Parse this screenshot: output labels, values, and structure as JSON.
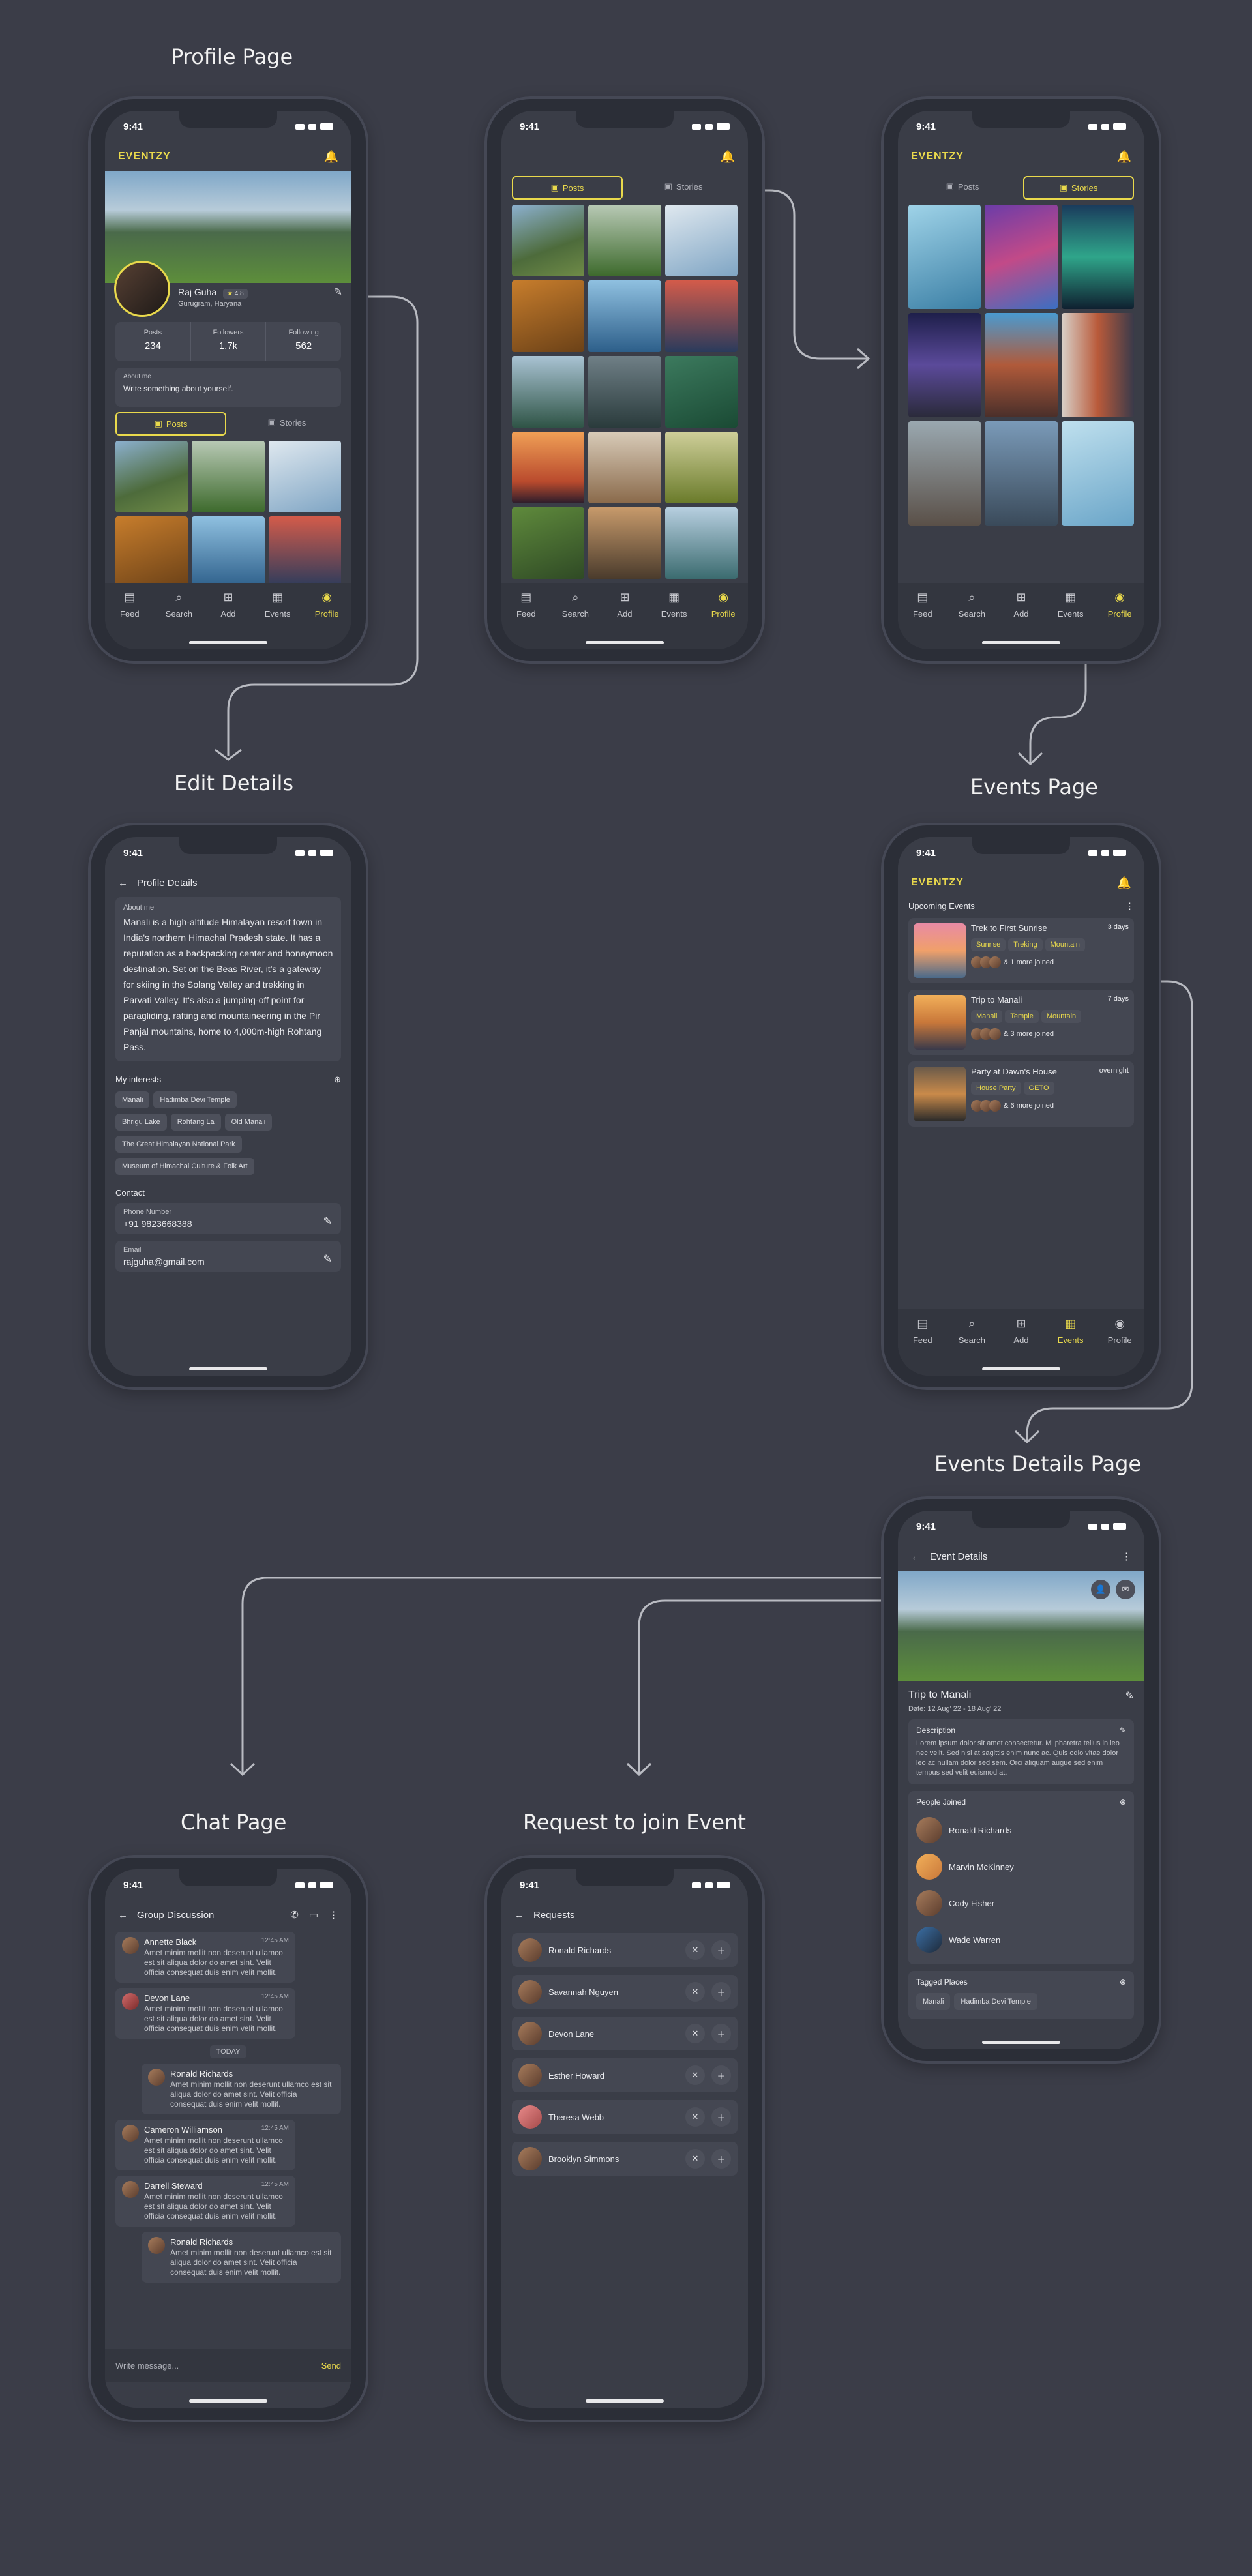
{
  "section_titles": {
    "profile": "Profile Page",
    "edit": "Edit Details",
    "events": "Events Page",
    "event_details": "Events Details Page",
    "chat": "Chat Page",
    "requests": "Request to join Event"
  },
  "status": {
    "time": "9:41"
  },
  "app": {
    "logo": "EVENTZY"
  },
  "nav": {
    "feed": "Feed",
    "search": "Search",
    "add": "Add",
    "events": "Events",
    "profile": "Profile"
  },
  "profile": {
    "name": "Raj Guha",
    "rating": "4.8",
    "location": "Gurugram, Haryana",
    "stats": [
      {
        "label": "Posts",
        "value": "234"
      },
      {
        "label": "Followers",
        "value": "1.7k"
      },
      {
        "label": "Following",
        "value": "562"
      }
    ],
    "about_label": "About me",
    "about_placeholder": "Write something about yourself.",
    "tab_posts": "Posts",
    "tab_stories": "Stories"
  },
  "edit": {
    "title": "Profile Details",
    "about_label": "About me",
    "about_text": "Manali is a high-altitude Himalayan resort town in India's northern Himachal Pradesh state. It has a reputation as a backpacking center and honeymoon destination. Set on the Beas River, it's a gateway for skiing in the Solang Valley and trekking in Parvati Valley. It's also a jumping-off point for paragliding, rafting and mountaineering in the Pir Panjal mountains, home to 4,000m-high Rohtang Pass.",
    "interests_label": "My interests",
    "interests": [
      "Manali",
      "Hadimba Devi Temple",
      "Bhrigu Lake",
      "Rohtang La",
      "Old Manali",
      "The Great Himalayan National Park",
      "Museum of Himachal Culture & Folk Art"
    ],
    "contact_label": "Contact",
    "phone_label": "Phone Number",
    "phone": "+91 9823668388",
    "email_label": "Email",
    "email": "rajguha@gmail.com"
  },
  "events": {
    "section": "Upcoming Events",
    "items": [
      {
        "name": "Trek to First Sunrise",
        "duration": "3 days",
        "tags": [
          "Sunrise",
          "Treking",
          "Mountain"
        ],
        "joined": "& 1 more joined"
      },
      {
        "name": "Trip to Manali",
        "duration": "7 days",
        "tags": [
          "Manali",
          "Temple",
          "Mountain"
        ],
        "joined": "& 3 more joined"
      },
      {
        "name": "Party at Dawn's House",
        "duration": "overnight",
        "tags": [
          "House Party",
          "GETO"
        ],
        "joined": "& 6 more joined"
      }
    ]
  },
  "event_details": {
    "header": "Event Details",
    "title": "Trip to Manali",
    "date": "Date: 12 Aug' 22 - 18 Aug' 22",
    "desc_label": "Description",
    "desc": "Lorem ipsum dolor sit amet consectetur. Mi pharetra tellus in leo nec velit. Sed nisl at sagittis enim nunc ac. Quis odio vitae dolor leo ac nullam dolor sed sem. Orci aliquam augue sed enim tempus sed velit euismod at.",
    "people_label": "People Joined",
    "people": [
      "Ronald Richards",
      "Marvin McKinney",
      "Cody Fisher",
      "Wade Warren"
    ],
    "tagged_label": "Tagged Places",
    "tagged": [
      "Manali",
      "Hadimba Devi Temple"
    ]
  },
  "chat": {
    "title": "Group Discussion",
    "day_label": "TODAY",
    "input_placeholder": "Write message...",
    "send": "Send",
    "messages": [
      {
        "name": "Annette Black",
        "time": "12:45 AM",
        "text": "Amet minim mollit non deserunt ullamco est sit aliqua dolor do amet sint. Velit officia consequat duis enim velit mollit."
      },
      {
        "name": "Devon Lane",
        "time": "12:45 AM",
        "text": "Amet minim mollit non deserunt ullamco est sit aliqua dolor do amet sint. Velit officia consequat duis enim velit mollit."
      },
      {
        "name": "Ronald Richards",
        "time": "",
        "text": "Amet minim mollit non deserunt ullamco est sit aliqua dolor do amet sint. Velit officia consequat duis enim velit mollit."
      },
      {
        "name": "Cameron Williamson",
        "time": "12:45 AM",
        "text": "Amet minim mollit non deserunt ullamco est sit aliqua dolor do amet sint. Velit officia consequat duis enim velit mollit."
      },
      {
        "name": "Darrell Steward",
        "time": "12:45 AM",
        "text": "Amet minim mollit non deserunt ullamco est sit aliqua dolor do amet sint. Velit officia consequat duis enim velit mollit."
      },
      {
        "name": "Ronald Richards",
        "time": "",
        "text": "Amet minim mollit non deserunt ullamco est sit aliqua dolor do amet sint. Velit officia consequat duis enim velit mollit."
      }
    ]
  },
  "requests": {
    "title": "Requests",
    "people": [
      "Ronald Richards",
      "Savannah Nguyen",
      "Devon Lane",
      "Esther Howard",
      "Theresa Webb",
      "Brooklyn Simmons"
    ]
  },
  "colors": {
    "accent": "#e9d94c",
    "background": "#3b3d48",
    "surface": "#444752"
  }
}
